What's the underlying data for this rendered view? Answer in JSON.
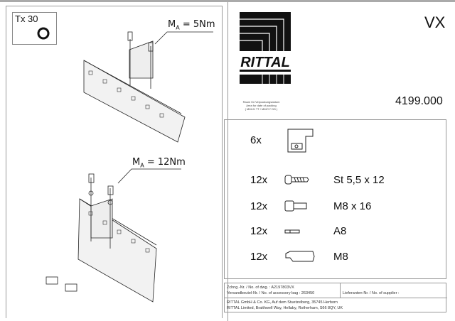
{
  "left_panel": {
    "tool": "Tx 30",
    "torque_top": {
      "symbol": "M",
      "sub": "A",
      "value": "= 5Nm"
    },
    "torque_bottom": {
      "symbol": "M",
      "sub": "A",
      "value": "= 12Nm"
    }
  },
  "header": {
    "logo_text": "RITTAL",
    "series": "VX",
    "article_number": "4199.000",
    "packing_area": [
      "Raum für Verpackungsdatum",
      "Area for date of packing",
      "( MM/JJ TT / MM/YY DD )"
    ]
  },
  "parts": [
    {
      "count": "6x",
      "label": ""
    },
    {
      "count": "12x",
      "label": "St 5,5 x 12"
    },
    {
      "count": "12x",
      "label": "M8 x 16"
    },
    {
      "count": "12x",
      "label": "A8"
    },
    {
      "count": "12x",
      "label": "M8"
    }
  ],
  "footer": {
    "drawing_no": "Zchng.-Nr. / No. of dwg. : A2197803VX",
    "bag_no": "Versandbeutel-Nr. / No. of accessory bag : 263450",
    "supplier": "Lieferanten-Nr. / No. of supplier :",
    "address_de": "RITTAL GmbH & Co. KG, Auf dem Stuetzelberg, 35745 Herborn",
    "address_uk": "RITTAL Limited, Braithwell Way, Hellaby, Rotherham, S66 8QY, UK"
  }
}
